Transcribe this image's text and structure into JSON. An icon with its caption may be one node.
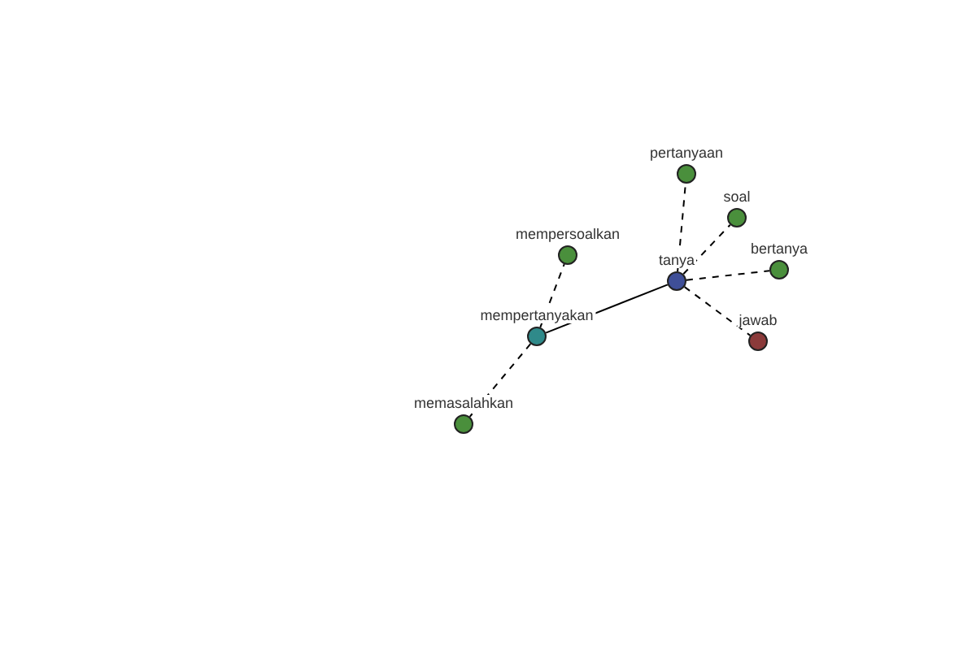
{
  "diagram": {
    "nodes": [
      {
        "text": [
          "pertanyaan"
        ]
      },
      {
        "text": [
          "soal"
        ]
      },
      {
        "text": [
          "mempersoalkan"
        ]
      },
      {
        "text": [
          "bertanya"
        ]
      },
      {
        "text": [
          "tanya"
        ]
      },
      {
        "text": [
          "jawab"
        ]
      },
      {
        "text": [
          "mempertanyakan"
        ]
      },
      {
        "text": [
          "memasalahkan"
        ]
      }
    ],
    "edges": [
      {
        "from": 4,
        "to": 0,
        "arrow": "none",
        "style": "dashed"
      },
      {
        "from": 4,
        "to": 1,
        "arrow": "none",
        "style": "dashed"
      },
      {
        "from": 4,
        "to": 3,
        "arrow": "none",
        "style": "dashed"
      },
      {
        "from": 4,
        "to": 5,
        "arrow": "none",
        "style": "dashed"
      },
      {
        "from": 4,
        "to": 6,
        "arrow": "none"
      },
      {
        "from": 6,
        "to": 2,
        "arrow": "none",
        "style": "dashed"
      },
      {
        "from": 6,
        "to": 7,
        "arrow": "none",
        "style": "dashed"
      }
    ]
  }
}
